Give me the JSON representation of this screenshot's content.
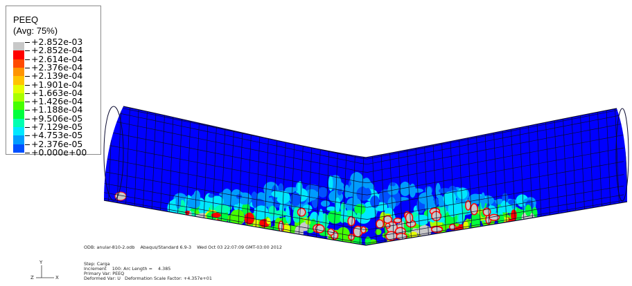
{
  "legend": {
    "title": "PEEQ",
    "subtitle": "(Avg: 75%)",
    "entries": [
      {
        "label": "+2.852e-03",
        "color": "#c8c8c8"
      },
      {
        "label": "+2.852e-04",
        "color": "#ff0000"
      },
      {
        "label": "+2.614e-04",
        "color": "#ff4a00"
      },
      {
        "label": "+2.376e-04",
        "color": "#ff9400"
      },
      {
        "label": "+2.139e-04",
        "color": "#ffc400"
      },
      {
        "label": "+1.901e-04",
        "color": "#e4ff00"
      },
      {
        "label": "+1.663e-04",
        "color": "#a8ff00"
      },
      {
        "label": "+1.426e-04",
        "color": "#46ff00"
      },
      {
        "label": "+1.188e-04",
        "color": "#00ff3e"
      },
      {
        "label": "+9.506e-05",
        "color": "#00ffb0"
      },
      {
        "label": "+7.129e-05",
        "color": "#00e8ff"
      },
      {
        "label": "+4.753e-05",
        "color": "#009cff"
      },
      {
        "label": "+2.376e-05",
        "color": "#0050ff"
      },
      {
        "label": "+0.000e+00",
        "color": "#0000ff"
      }
    ]
  },
  "info": {
    "odb_line": "ODB: anular-810-2.odb    Abaqus/Standard 6.9-3    Wed Oct 03 22:07:09 GMT-03:00 2012",
    "step_line": "Step: Carga",
    "increment_line": "Increment    100: Arc Length =    4.385",
    "primary_line": "Primary Var: PEEQ",
    "deformed_line": "Deformed Var: U   Deformation Scale Factor: +4.357e+01"
  },
  "triad": {
    "y": "Y",
    "z": "Z",
    "x": "X"
  },
  "colors": {
    "mesh_base": "#0000ff",
    "mesh_lines": "#0a0a30",
    "background": "#ffffff"
  }
}
